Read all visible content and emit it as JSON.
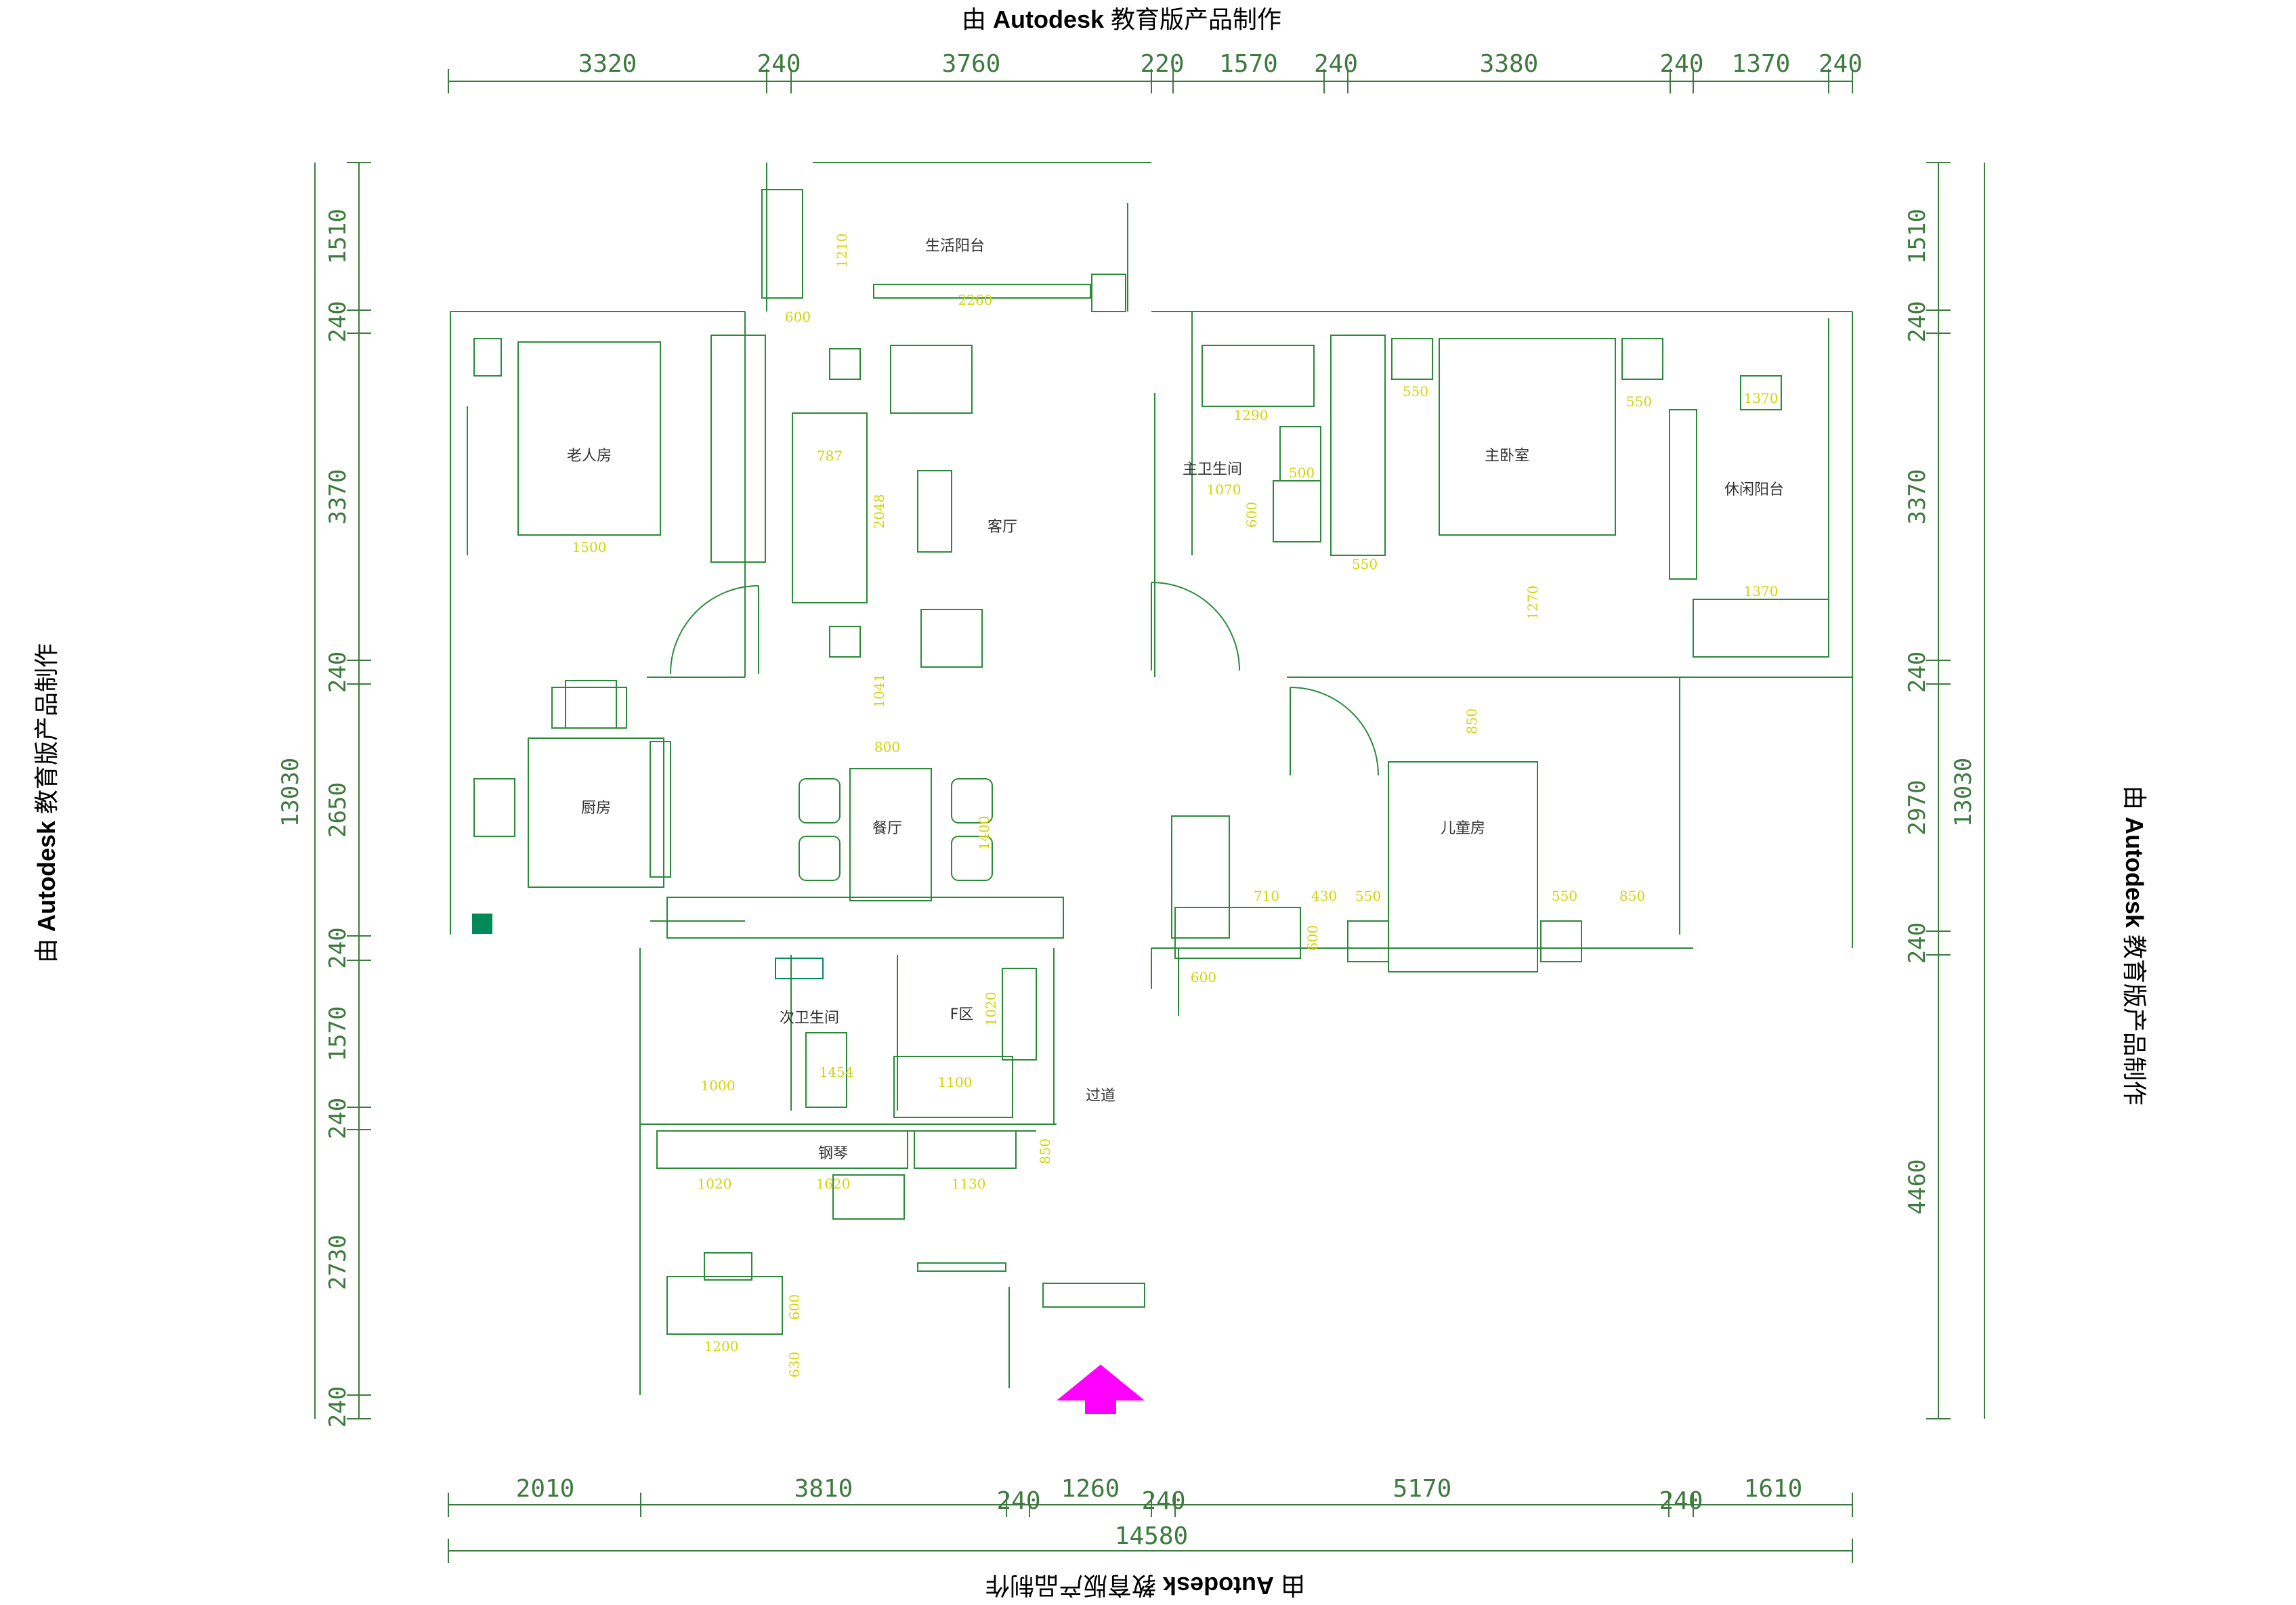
{
  "watermark": {
    "prefix": "由 ",
    "brand": "Autodesk",
    "suffix": " 教育版产品制作"
  },
  "colors": {
    "wall": "#2a8a3a",
    "dim": "#3d7a3d",
    "inner_dim": "#e6e600",
    "arrow": "#ff00ff",
    "teal": "#008a5a"
  },
  "dims": {
    "top": [
      "3320",
      "240",
      "3760",
      "220",
      "1570",
      "240",
      "3380",
      "240",
      "1370",
      "240"
    ],
    "bottom": [
      "2010",
      "3810",
      "240",
      "1260",
      "240",
      "5170",
      "240",
      "1610"
    ],
    "bottom_total": "14580",
    "left": [
      "1510",
      "240",
      "3370",
      "240",
      "2650",
      "240",
      "1570",
      "240",
      "2730",
      "240"
    ],
    "left_total": "13030",
    "right": [
      "1510",
      "240",
      "3370",
      "240",
      "2970",
      "240",
      "4460"
    ],
    "right_total": "13030"
  },
  "rooms": {
    "balcony_life": "生活阳台",
    "elder_room": "老人房",
    "living": "客厅",
    "master_bath": "主卫生间",
    "master_bed": "主卧室",
    "leisure_balcony": "休闲阳台",
    "kitchen": "厨房",
    "dining": "餐厅",
    "kids_room": "儿童房",
    "guest_bath": "次卫生间",
    "laundry": "F区",
    "corridor": "过道",
    "piano": "钢琴"
  },
  "inner_dims": {
    "d1210": "1210",
    "d600a": "600",
    "d2260": "2260",
    "d1500": "1500",
    "d787": "787",
    "d2048": "2048",
    "d1290": "1290",
    "d1070": "1070",
    "d500": "500",
    "d600b": "600",
    "d550a": "550",
    "d550b": "550",
    "d550c": "550",
    "d1270": "1270",
    "d1370a": "1370",
    "d1370b": "1370",
    "d1041": "1041",
    "d800": "800",
    "d1400": "1400",
    "d850a": "850",
    "d710": "710",
    "d430": "430",
    "d550d": "550",
    "d550e": "550",
    "d850b": "850",
    "d600c": "600",
    "d600d": "600",
    "d1000": "1000",
    "d1454": "1454",
    "d1100": "1100",
    "d1020a": "1020",
    "d1020b": "1020",
    "d1620": "1620",
    "d1130": "1130",
    "d1200": "1200",
    "d600e": "600",
    "d630": "630",
    "d850c": "850"
  }
}
